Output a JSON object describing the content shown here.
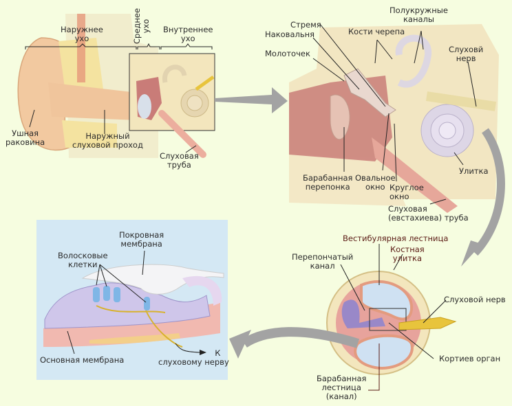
{
  "title": "Строение уха",
  "colors": {
    "background": "#f6fde0",
    "panel": "#d4e8f4",
    "arrow": "#a3a3a3",
    "skin": "#f2c9a0",
    "bone": "#f3e6bd",
    "cochlea": "#e4d7c4",
    "middle_ear": "#c97c78",
    "hair_cells": "#b8c4e8",
    "nerve": "#e8c43c",
    "scala_blue": "#cfe1f2"
  },
  "outer_ear_view": {
    "labels": {
      "outer_ear": [
        "Наружнее",
        "ухо"
      ],
      "middle_ear": [
        "Среднее",
        "ухо"
      ],
      "inner_ear": [
        "Внутреннее",
        "ухо"
      ],
      "auricle": [
        "Ушная",
        "раковина"
      ],
      "ear_canal": [
        "Наружный",
        "слуховой проход"
      ],
      "auditory_tube": [
        "Слуховая",
        "труба"
      ]
    }
  },
  "middle_ear_view": {
    "labels": {
      "stapes": "Стремя",
      "incus": "Наковальня",
      "malleus": "Молоточек",
      "skull_bones": "Кости черепа",
      "semicircular_canals": [
        "Полукружные",
        "каналы"
      ],
      "auditory_nerve": [
        "Слуховй",
        "нерв"
      ],
      "tympanic_membrane": [
        "Барабанная",
        "перепонка"
      ],
      "oval_window": [
        "Овальное",
        "окно"
      ],
      "round_window": [
        "Круглое",
        "окно"
      ],
      "eustachian_tube": [
        "Слуховая",
        "(евстахиева) труба"
      ],
      "cochlea": "Улитка"
    }
  },
  "cochlea_section": {
    "labels": {
      "scala_vestibuli": "Вестибулярная лестница",
      "bony_cochlea": [
        "Костная",
        "улитка"
      ],
      "membranous_canal": [
        "Перепончатый",
        "канал"
      ],
      "auditory_nerve": "Слуховой нерв",
      "organ_of_corti": "Кортиев орган",
      "scala_tympani": [
        "Барабанная",
        "лестница",
        "(канал)"
      ]
    }
  },
  "corti_detail": {
    "labels": {
      "tectorial_membrane": [
        "Покровная",
        "мембрана"
      ],
      "hair_cells": [
        "Волосковые",
        "клетки"
      ],
      "basilar_membrane": "Основная мембрана",
      "to_nerve": [
        "К",
        "слуховому нерву"
      ]
    }
  }
}
